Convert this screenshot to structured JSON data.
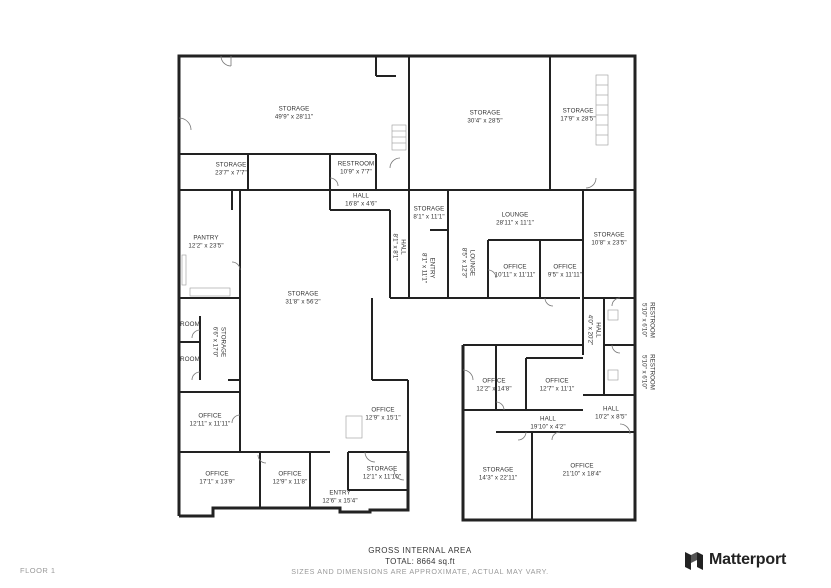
{
  "rooms": [
    {
      "id": "storage-1",
      "name": "STORAGE",
      "dims": "49'9\" x 28'11\""
    },
    {
      "id": "storage-2",
      "name": "STORAGE",
      "dims": "30'4\" x 28'5\""
    },
    {
      "id": "storage-3",
      "name": "STORAGE",
      "dims": "17'9\" x 28'5\""
    },
    {
      "id": "storage-4",
      "name": "STORAGE",
      "dims": "23'7\" x 7'7\""
    },
    {
      "id": "restroom-1",
      "name": "RESTROOM",
      "dims": "10'9\" x 7'7\""
    },
    {
      "id": "hall-1",
      "name": "HALL",
      "dims": "16'8\" x 4'6\""
    },
    {
      "id": "storage-5",
      "name": "STORAGE",
      "dims": "8'1\" x 11'1\""
    },
    {
      "id": "lounge-1",
      "name": "LOUNGE",
      "dims": "28'11\" x 11'1\""
    },
    {
      "id": "storage-6",
      "name": "STORAGE",
      "dims": "10'8\" x 23'5\""
    },
    {
      "id": "pantry",
      "name": "PANTRY",
      "dims": "12'2\" x 23'5\""
    },
    {
      "id": "storage-main",
      "name": "STORAGE",
      "dims": "31'8\" x 56'2\""
    },
    {
      "id": "office-1",
      "name": "OFFICE",
      "dims": "10'11\" x 11'11\""
    },
    {
      "id": "office-2",
      "name": "OFFICE",
      "dims": "9'5\" x 11'11\""
    },
    {
      "id": "room-1",
      "name": "ROOM",
      "dims": ""
    },
    {
      "id": "room-2",
      "name": "ROOM",
      "dims": ""
    },
    {
      "id": "office-3",
      "name": "OFFICE",
      "dims": "12'11\" x 11'11\""
    },
    {
      "id": "office-4",
      "name": "OFFICE",
      "dims": "12'9\" x 15'1\""
    },
    {
      "id": "office-5",
      "name": "OFFICE",
      "dims": "12'2\" x 14'8\""
    },
    {
      "id": "office-6",
      "name": "OFFICE",
      "dims": "12'7\" x 11'1\""
    },
    {
      "id": "hall-2",
      "name": "HALL",
      "dims": "10'2\" x 8'5\""
    },
    {
      "id": "hall-3",
      "name": "HALL",
      "dims": "19'10\" x 4'2\""
    },
    {
      "id": "office-7",
      "name": "OFFICE",
      "dims": "17'1\" x 13'9\""
    },
    {
      "id": "office-8",
      "name": "OFFICE",
      "dims": "12'9\" x 11'8\""
    },
    {
      "id": "storage-7",
      "name": "STORAGE",
      "dims": "12'1\" x 11'10\""
    },
    {
      "id": "entry-1",
      "name": "ENTRY",
      "dims": "12'6\" x 15'4\""
    },
    {
      "id": "storage-8",
      "name": "STORAGE",
      "dims": "14'3\" x 22'11\""
    },
    {
      "id": "office-9",
      "name": "OFFICE",
      "dims": "21'10\" x 18'4\""
    }
  ],
  "rotated_rooms": [
    {
      "id": "hall-v1",
      "name": "HALL",
      "dims": "8'1\" x 8'1\""
    },
    {
      "id": "entry-v",
      "name": "ENTRY",
      "dims": "8'1\" x 11'1\""
    },
    {
      "id": "lounge-v",
      "name": "LOUNGE",
      "dims": "8'5\" x 12'3\""
    },
    {
      "id": "storage-v",
      "name": "STORAGE",
      "dims": "6'6\" x 17'0\""
    },
    {
      "id": "hall-v2",
      "name": "HALL",
      "dims": "4'0\" x 20'2\""
    },
    {
      "id": "restroom-v1",
      "name": "RESTROOM",
      "dims": "5'10\" x 6'10\""
    },
    {
      "id": "restroom-v2",
      "name": "RESTROOM",
      "dims": "5'10\" x 6'10\""
    }
  ],
  "footer": {
    "floor_label": "FLOOR 1",
    "gia_title": "GROSS INTERNAL AREA",
    "gia_total": "TOTAL: 8664 sq.ft",
    "disclaimer": "SIZES AND DIMENSIONS ARE APPROXIMATE, ACTUAL MAY VARY."
  },
  "brand": {
    "name": "Matterport",
    "logo_icon": "matterport-logo-icon"
  },
  "colors": {
    "wall": "#222222",
    "door": "#777777",
    "text": "#333333",
    "muted": "#999999"
  }
}
